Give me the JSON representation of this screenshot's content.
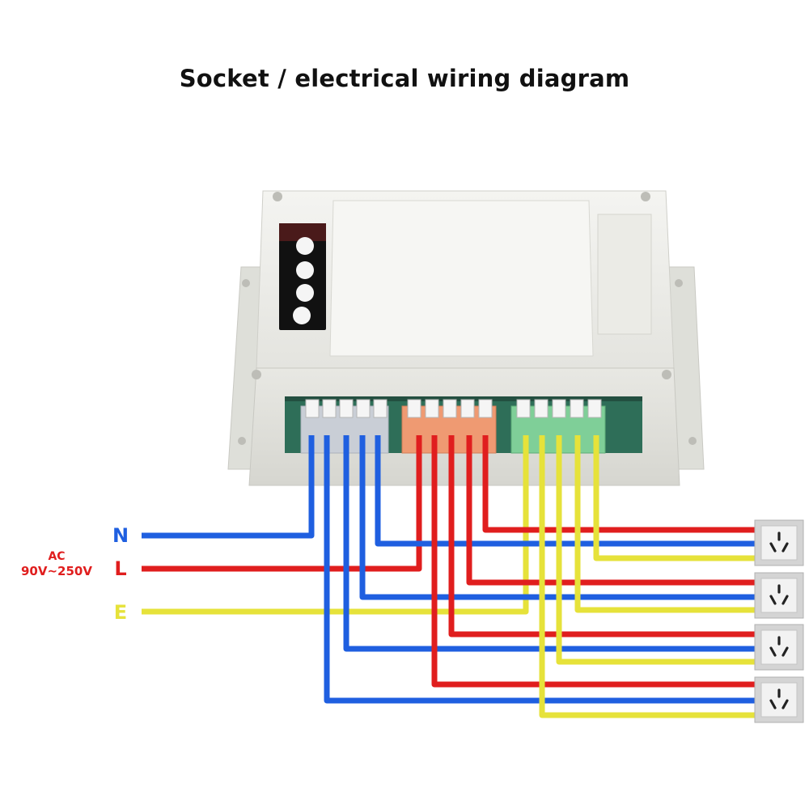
{
  "title": "Socket / electrical wiring diagram",
  "supply": {
    "ac_label": "AC",
    "voltage_label": "90V~250V",
    "lines": [
      {
        "id": "neutral",
        "label": "N",
        "color": "#1f5fe0"
      },
      {
        "id": "live",
        "label": "L",
        "color": "#e01e1e"
      },
      {
        "id": "earth",
        "label": "E",
        "color": "#e6e23a"
      }
    ]
  },
  "terminal_blocks": [
    {
      "name": "neutral-terminal-block",
      "color": "#c9ced6",
      "ports": 5
    },
    {
      "name": "live-terminal-block",
      "color": "#ef9a72",
      "ports": 5
    },
    {
      "name": "earth-terminal-block",
      "color": "#7fcf98",
      "ports": 5
    }
  ],
  "sockets": [
    {
      "name": "socket-1",
      "icon": "power-socket-icon"
    },
    {
      "name": "socket-2",
      "icon": "power-socket-icon"
    },
    {
      "name": "socket-3",
      "icon": "power-socket-icon"
    },
    {
      "name": "socket-4",
      "icon": "power-socket-icon"
    }
  ],
  "colors": {
    "wire_neutral": "#1f5fe0",
    "wire_live": "#e01e1e",
    "wire_earth": "#e6e23a",
    "enclosure": "#eeeeea",
    "ac_label": "#e01e1e"
  }
}
